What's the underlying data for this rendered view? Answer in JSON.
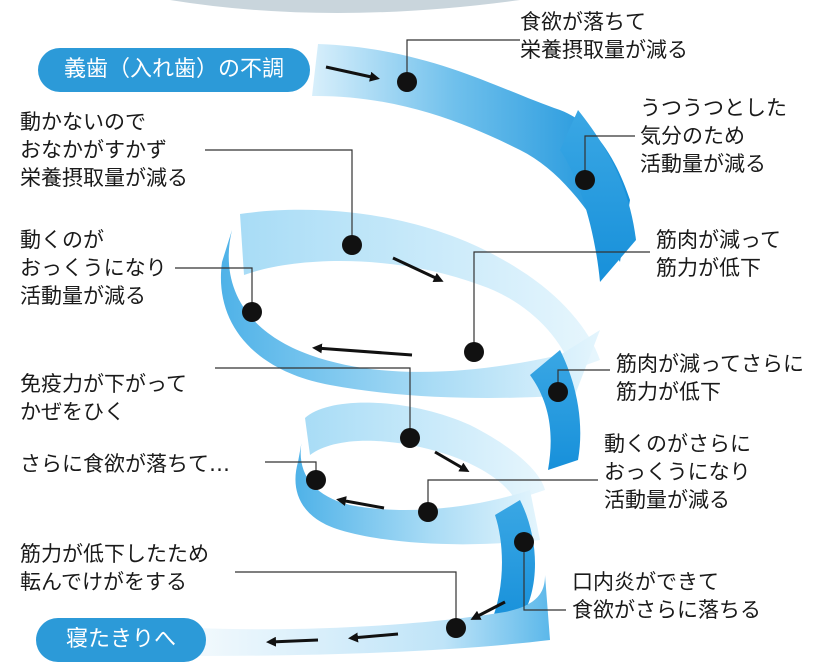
{
  "start": {
    "label": "義歯（入れ歯）の不調"
  },
  "end": {
    "label": "寝たきりへ"
  },
  "steps": [
    {
      "text": "食欲が落ちて\n栄養摂取量が減る"
    },
    {
      "text": "うつうつとした\n気分のため\n活動量が減る"
    },
    {
      "text": "動かないので\nおなかがすかず\n栄養摂取量が減る"
    },
    {
      "text": "動くのが\nおっくうになり\n活動量が減る"
    },
    {
      "text": "筋肉が減って\n筋力が低下"
    },
    {
      "text": "筋肉が減ってさらに\n筋力が低下"
    },
    {
      "text": "免疫力が下がって\nかぜをひく"
    },
    {
      "text": "さらに食欲が落ちて…"
    },
    {
      "text": "動くのがさらに\nおっくうになり\n活動量が減る"
    },
    {
      "text": "筋力が低下したため\n転んでけがをする"
    },
    {
      "text": "口内炎ができて\n食欲がさらに落ちる"
    }
  ],
  "colors": {
    "ribbon_light": "#d6eefa",
    "ribbon_mid": "#7cc6ee",
    "ribbon_dark": "#1e96dc",
    "pill": "#2c9ad8",
    "dot": "#111111",
    "line": "#333333"
  }
}
